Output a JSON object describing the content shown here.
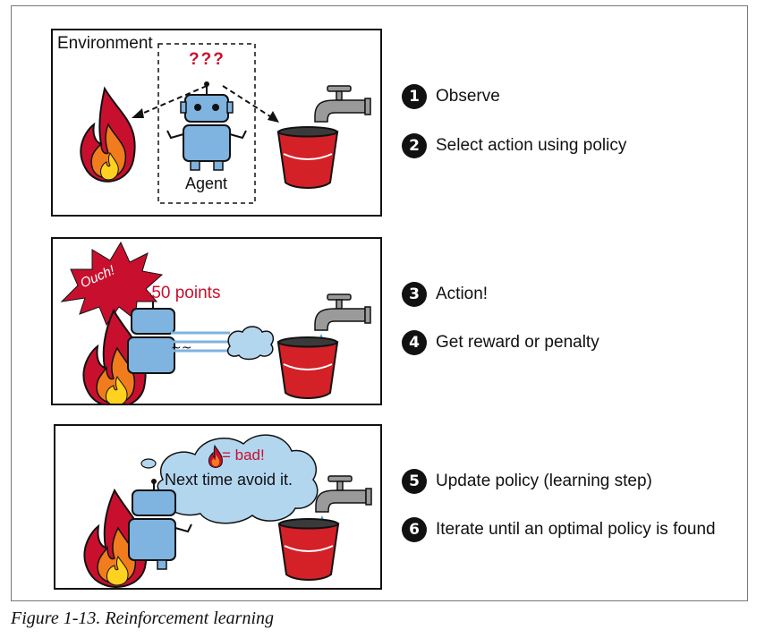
{
  "panels": [
    {
      "environment_label": "Environment",
      "question_marks": "???",
      "agent_label": "Agent"
    },
    {
      "ouch_text": "Ouch!",
      "points_text": "-50 points"
    },
    {
      "bad_text": "= bad!",
      "avoid_text": "Next time avoid it."
    }
  ],
  "steps": [
    {
      "number": "1",
      "label": "Observe"
    },
    {
      "number": "2",
      "label": "Select action using policy"
    },
    {
      "number": "3",
      "label": "Action!"
    },
    {
      "number": "4",
      "label": "Get reward or penalty"
    },
    {
      "number": "5",
      "label": "Update policy (learning step)"
    },
    {
      "number": "6",
      "label": "Iterate until an optimal policy is found"
    }
  ],
  "caption": "Figure 1-13. Reinforcement learning",
  "colors": {
    "fire_outer": "#c8102e",
    "fire_mid": "#f07c1e",
    "fire_inner": "#ffd21f",
    "robot": "#7fb3e0",
    "bucket": "#d42027",
    "tap": "#9a9a9a",
    "cloud": "#b3d6ef",
    "water": "#4aa3df",
    "accent_text": "#c8102e"
  },
  "icons": [
    "fire-icon",
    "robot-agent-icon",
    "water-tap-icon",
    "bucket-icon",
    "thought-cloud-icon",
    "ouch-burst-icon"
  ]
}
